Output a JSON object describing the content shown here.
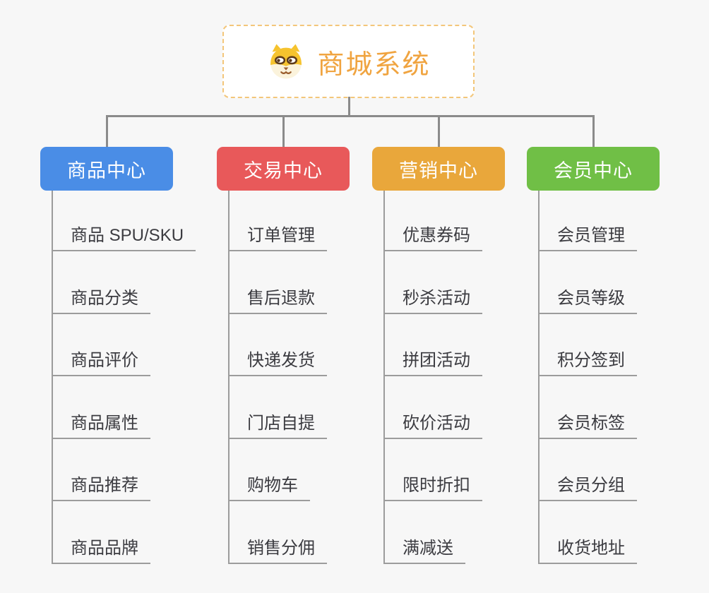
{
  "canvas": {
    "background_color": "#f7f7f7",
    "connector_color": "#8b8b8b",
    "leaf_line_color": "#9c9c9c"
  },
  "root": {
    "title": "商城系统",
    "icon": "dog-face-icon",
    "text_color": "#f0a440",
    "border_color": "#f3c67a"
  },
  "branches": [
    {
      "label": "商品中心",
      "color": "#4a8de6",
      "items": [
        "商品 SPU/SKU",
        "商品分类",
        "商品评价",
        "商品属性",
        "商品推荐",
        "商品品牌"
      ]
    },
    {
      "label": "交易中心",
      "color": "#e8595a",
      "items": [
        "订单管理",
        "售后退款",
        "快递发货",
        "门店自提",
        "购物车",
        "销售分佣"
      ]
    },
    {
      "label": "营销中心",
      "color": "#e9a73b",
      "items": [
        "优惠券码",
        "秒杀活动",
        "拼团活动",
        "砍价活动",
        "限时折扣",
        "满减送"
      ]
    },
    {
      "label": "会员中心",
      "color": "#70bf46",
      "items": [
        "会员管理",
        "会员等级",
        "积分签到",
        "会员标签",
        "会员分组",
        "收货地址"
      ]
    }
  ]
}
